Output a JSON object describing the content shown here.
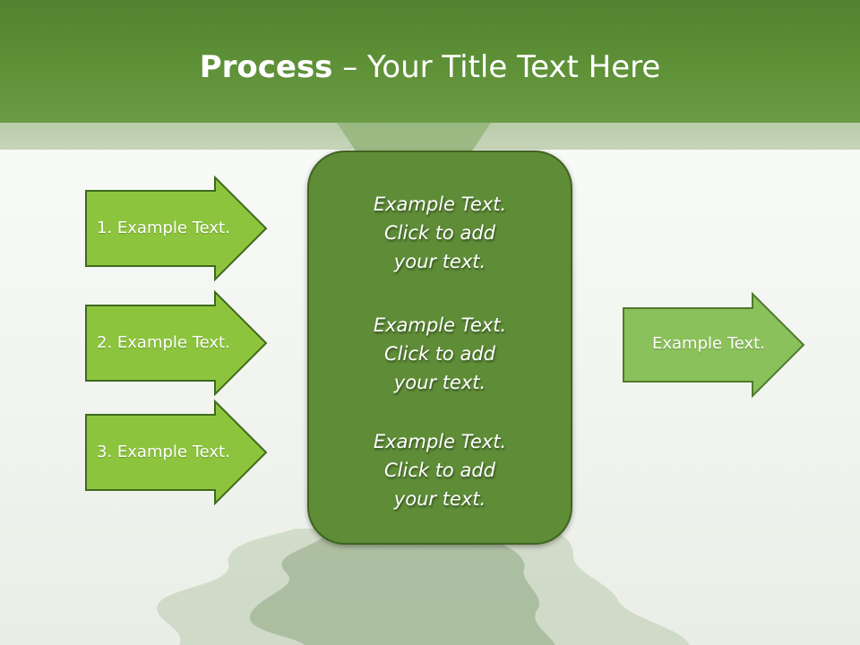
{
  "slide": {
    "title_bold": "Process",
    "title_rest": " – Your Title Text Here",
    "left_arrows": [
      {
        "label": "1. Example Text."
      },
      {
        "label": "2. Example Text."
      },
      {
        "label": "3. Example Text."
      }
    ],
    "center_blocks": [
      {
        "line1": "Example Text.",
        "line2": "Click  to add",
        "line3": "your text."
      },
      {
        "line1": "Example Text.",
        "line2": "Click  to add",
        "line3": "your text."
      },
      {
        "line1": "Example Text.",
        "line2": "Click  to add",
        "line3": "your text."
      }
    ],
    "right_arrow": {
      "label": "Example Text."
    }
  },
  "colors": {
    "title_bar": "#5f9138",
    "arrow_fill": "#8cc53d",
    "arrow_stroke": "#3e6a1c",
    "right_arrow_fill": "#8bc15a",
    "center_box": "#5e8c37"
  }
}
